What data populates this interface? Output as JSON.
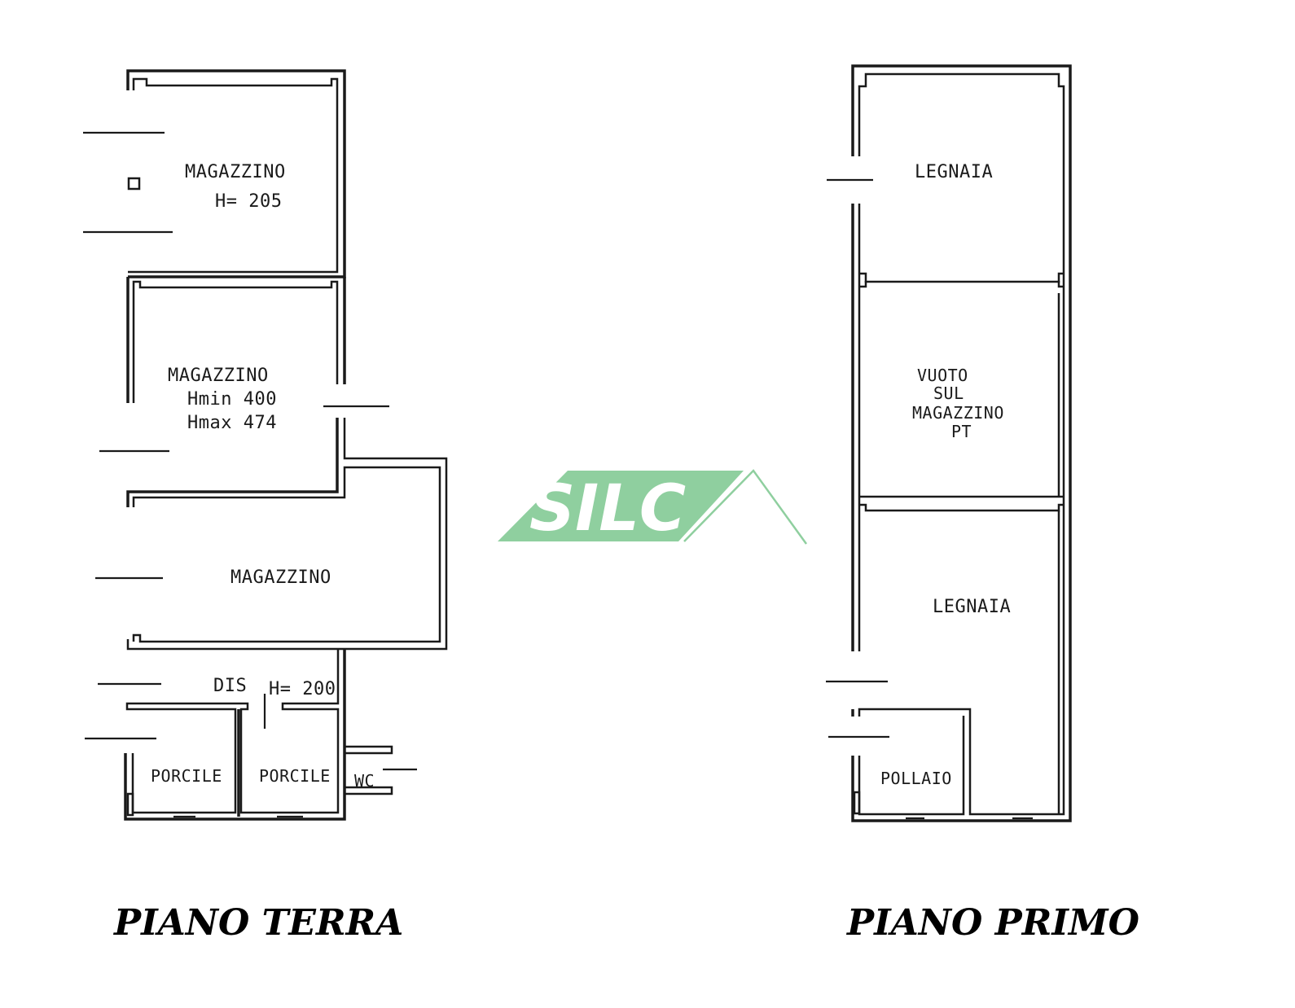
{
  "logo": {
    "text": "SILC",
    "color": "#8fcf9f"
  },
  "ground_floor": {
    "title": "PIANO TERRA",
    "rooms": {
      "magazzino_1": {
        "name": "MAGAZZINO",
        "height": "H= 205"
      },
      "magazzino_2": {
        "name": "MAGAZZINO",
        "hmin": "Hmin 400",
        "hmax": "Hmax 474"
      },
      "magazzino_3": {
        "name": "MAGAZZINO"
      },
      "disimpegno": {
        "name": "DIS",
        "height": "H= 200"
      },
      "porcile_1": {
        "name": "PORCILE"
      },
      "porcile_2": {
        "name": "PORCILE"
      },
      "wc": {
        "name": "WC"
      }
    }
  },
  "first_floor": {
    "title": "PIANO PRIMO",
    "rooms": {
      "legnaia_1": {
        "name": "LEGNAIA"
      },
      "vuoto": {
        "line1": "VUOTO",
        "line2": "SUL",
        "line3": "MAGAZZINO",
        "line4": "PT"
      },
      "legnaia_2": {
        "name": "LEGNAIA"
      },
      "pollaio": {
        "name": "POLLAIO"
      }
    }
  }
}
